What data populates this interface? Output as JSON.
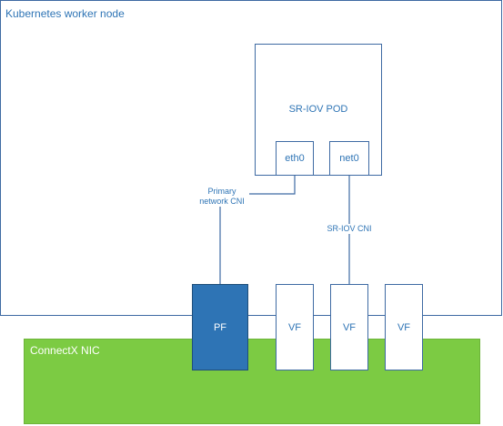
{
  "node": {
    "label": "Kubernetes worker node"
  },
  "nic": {
    "label": "ConnectX NIC"
  },
  "pod": {
    "label": "SR-IOV POD",
    "interfaces": [
      "eth0",
      "net0"
    ]
  },
  "ports": {
    "pf": "PF",
    "vfs": [
      "VF",
      "VF",
      "VF"
    ]
  },
  "connections": {
    "primary_line1": "Primary",
    "primary_line2": "network CNI",
    "sriov": "SR-IOV CNI"
  },
  "colors": {
    "accent_blue": "#2e74b5",
    "nic_green": "#7ccb43",
    "border": "#3e6aa3"
  }
}
